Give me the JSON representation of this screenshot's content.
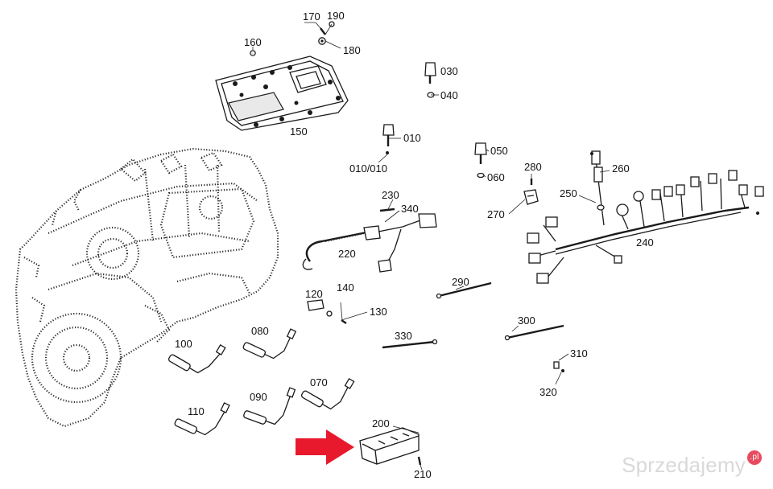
{
  "callouts": [
    {
      "id": "p170",
      "label": "170"
    },
    {
      "id": "p190",
      "label": "190"
    },
    {
      "id": "p180",
      "label": "180"
    },
    {
      "id": "p160",
      "label": "160"
    },
    {
      "id": "p150",
      "label": "150"
    },
    {
      "id": "p030",
      "label": "030"
    },
    {
      "id": "p040",
      "label": "040"
    },
    {
      "id": "p010",
      "label": "010"
    },
    {
      "id": "p010b",
      "label": "010/010"
    },
    {
      "id": "p050",
      "label": "050"
    },
    {
      "id": "p060",
      "label": "060"
    },
    {
      "id": "p280",
      "label": "280"
    },
    {
      "id": "p260",
      "label": "260"
    },
    {
      "id": "p250",
      "label": "250"
    },
    {
      "id": "p270",
      "label": "270"
    },
    {
      "id": "p230",
      "label": "230"
    },
    {
      "id": "p340",
      "label": "340"
    },
    {
      "id": "p220",
      "label": "220"
    },
    {
      "id": "p240",
      "label": "240"
    },
    {
      "id": "p120",
      "label": "120"
    },
    {
      "id": "p140",
      "label": "140"
    },
    {
      "id": "p130",
      "label": "130"
    },
    {
      "id": "p290",
      "label": "290"
    },
    {
      "id": "p300",
      "label": "300"
    },
    {
      "id": "p330",
      "label": "330"
    },
    {
      "id": "p100",
      "label": "100"
    },
    {
      "id": "p080",
      "label": "080"
    },
    {
      "id": "p310",
      "label": "310"
    },
    {
      "id": "p320",
      "label": "320"
    },
    {
      "id": "p070",
      "label": "070"
    },
    {
      "id": "p090",
      "label": "090"
    },
    {
      "id": "p110",
      "label": "110"
    },
    {
      "id": "p200",
      "label": "200"
    },
    {
      "id": "p210",
      "label": "210"
    }
  ],
  "watermark": {
    "text": "Sprzedajemy",
    "badge": ".pl"
  },
  "colors": {
    "arrow": "#e8192c",
    "ink": "#1a1a1a",
    "watermark": "#d9d9d9",
    "badge": "#e84a5f"
  }
}
